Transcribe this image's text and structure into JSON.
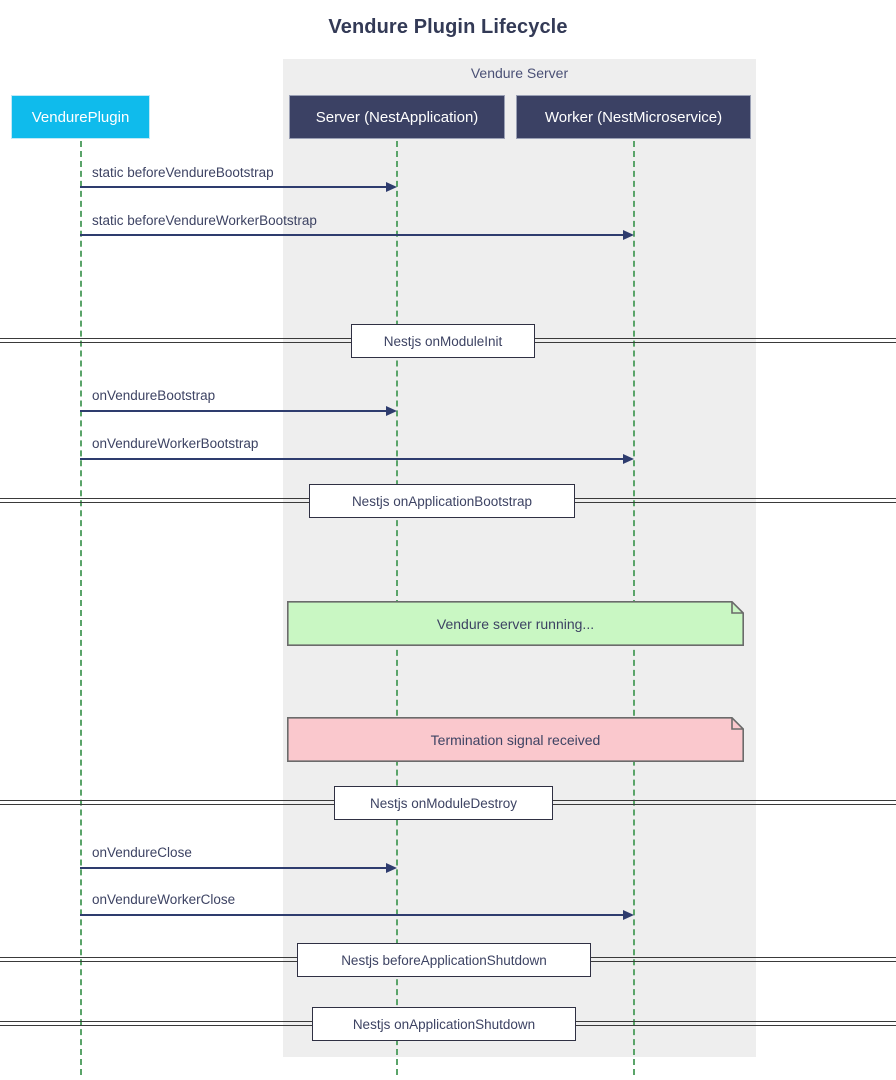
{
  "title": "Vendure Plugin Lifecycle",
  "colors": {
    "background": "#ffffff",
    "group_fill": "#eeeeee",
    "participant_dark": "#3b4164",
    "participant_cyan": "#0fbbec",
    "lifeline": "#5aa469",
    "message": "#2e3c6e",
    "text": "#3d4363",
    "note_green_fill": "#c9f7c3",
    "note_red_fill": "#fac8cd",
    "note_border": "#666666",
    "divider_line": "#3a3a3a"
  },
  "group": {
    "label": "Vendure Server"
  },
  "participants": [
    {
      "id": "plugin",
      "label": "VendurePlugin",
      "style": "cyan"
    },
    {
      "id": "server",
      "label": "Server (NestApplication)",
      "style": "dark"
    },
    {
      "id": "worker",
      "label": "Worker (NestMicroservice)",
      "style": "dark"
    }
  ],
  "messages": [
    {
      "label": "static beforeVendureBootstrap",
      "from": "plugin",
      "to": "server"
    },
    {
      "label": "static beforeVendureWorkerBootstrap",
      "from": "plugin",
      "to": "worker"
    },
    {
      "label": "onVendureBootstrap",
      "from": "plugin",
      "to": "server"
    },
    {
      "label": "onVendureWorkerBootstrap",
      "from": "plugin",
      "to": "worker"
    },
    {
      "label": "onVendureClose",
      "from": "plugin",
      "to": "server"
    },
    {
      "label": "onVendureWorkerClose",
      "from": "plugin",
      "to": "worker"
    }
  ],
  "dividers": [
    {
      "label": "Nestjs onModuleInit"
    },
    {
      "label": "Nestjs onApplicationBootstrap"
    },
    {
      "label": "Nestjs onModuleDestroy"
    },
    {
      "label": "Nestjs beforeApplicationShutdown"
    },
    {
      "label": "Nestjs onApplicationShutdown"
    }
  ],
  "notes": [
    {
      "label": "Vendure server running...",
      "tone": "green"
    },
    {
      "label": "Termination signal received",
      "tone": "red"
    }
  ]
}
